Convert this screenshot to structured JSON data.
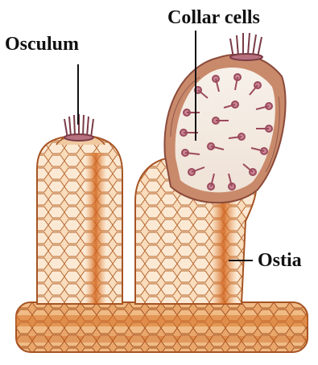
{
  "labels": {
    "collar_cells": "Collar cells",
    "osculum": "Osculum",
    "ostia": "Ostia"
  },
  "colors": {
    "body_orange": "#e7a360",
    "dark_orange": "#c95b13",
    "light_cream": "#fbe7cf",
    "cell_outline": "#b86a33",
    "collar_cells_purple": "#9b4a5c"
  }
}
